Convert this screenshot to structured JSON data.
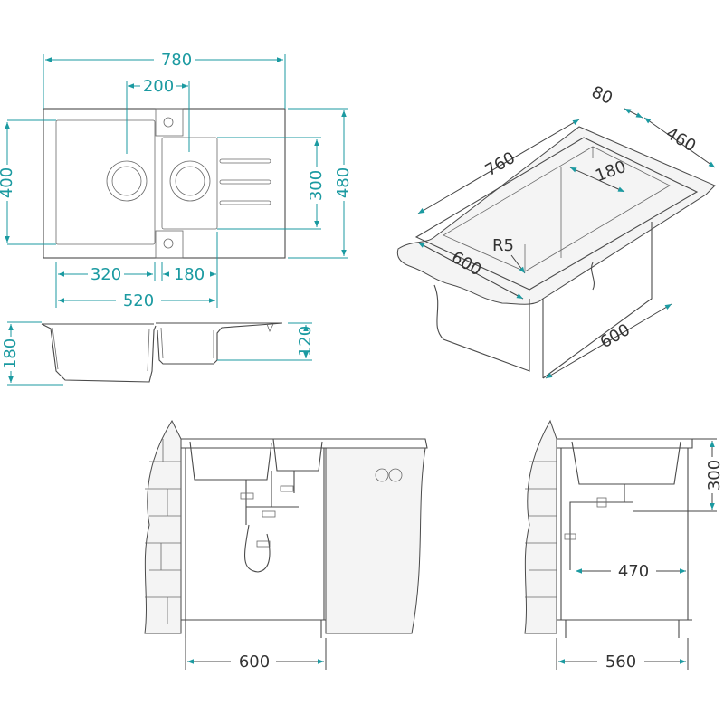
{
  "colors": {
    "dimension": "#1b9aa1",
    "outline": "#4a4a4a"
  },
  "plan_view": {
    "overall_width": "780",
    "bowl_center_distance": "200",
    "bowl_depth_outer": "400",
    "small_bowl_depth": "300",
    "overall_depth": "480",
    "big_bowl_width": "320",
    "small_bowl_width": "180",
    "bowls_total_width": "520"
  },
  "side_view": {
    "big_bowl_height": "180",
    "small_bowl_height": "120"
  },
  "iso_view": {
    "frame": "80",
    "depth": "460",
    "length": "760",
    "small_dim": "180",
    "radius": "R5",
    "cabinet_width": "600",
    "cabinet_depth": "600"
  },
  "front_install": {
    "cabinet_width": "600"
  },
  "side_install": {
    "height": "300",
    "drain_offset": "470",
    "cabinet_depth": "560"
  }
}
